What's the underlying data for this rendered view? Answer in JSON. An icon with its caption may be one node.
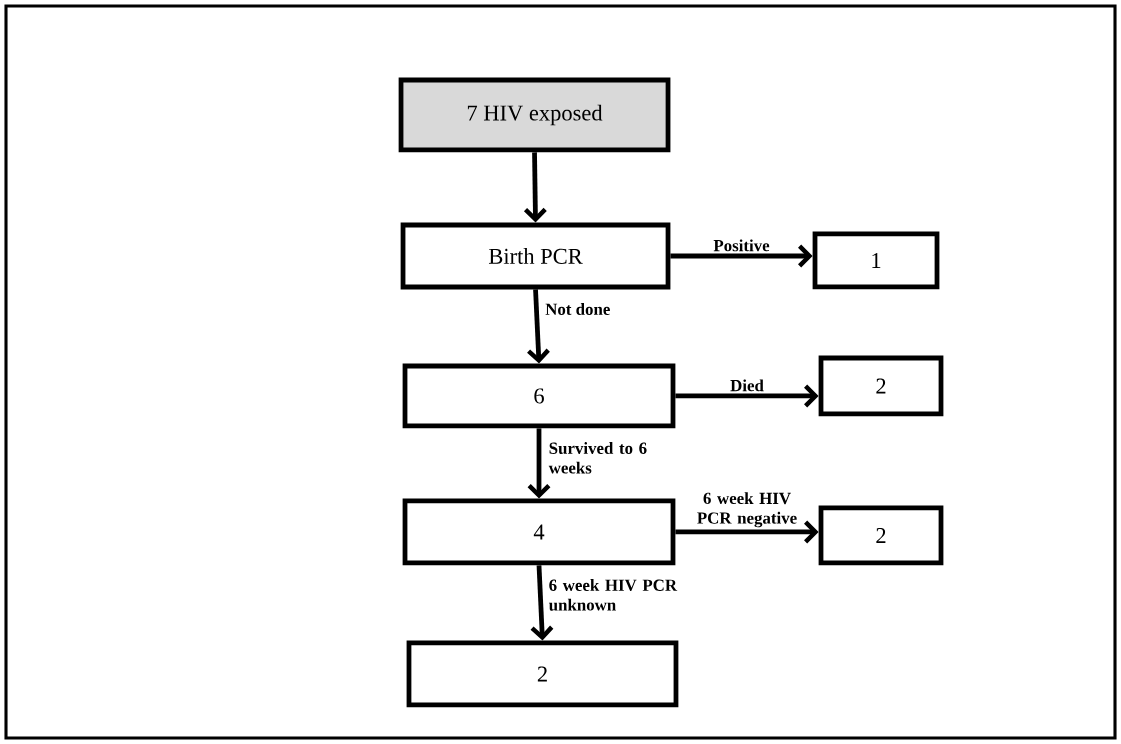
{
  "diagram": {
    "nodes": [
      {
        "text": [
          "7 HIV exposed"
        ]
      },
      {
        "text": [
          "Birth PCR"
        ]
      },
      {
        "text": [
          "1"
        ]
      },
      {
        "text": [
          "6"
        ]
      },
      {
        "text": [
          "2"
        ]
      },
      {
        "text": [
          "4"
        ]
      },
      {
        "text": [
          "2"
        ]
      },
      {
        "text": [
          "2"
        ]
      }
    ],
    "edges": [
      {
        "from": 0,
        "to": 1,
        "arrow": "to"
      },
      {
        "from": 1,
        "to": 2,
        "arrow": "to",
        "label": "Positive"
      },
      {
        "from": 1,
        "to": 3,
        "arrow": "to",
        "label": "Not done"
      },
      {
        "from": 3,
        "to": 4,
        "arrow": "to",
        "label": "Died"
      },
      {
        "from": 3,
        "to": 5,
        "arrow": "to",
        "label": "Survived to 6 weeks"
      },
      {
        "from": 5,
        "to": 6,
        "arrow": "to",
        "label": "6 week HIV PCR negative"
      },
      {
        "from": 5,
        "to": 7,
        "arrow": "to",
        "label": "6 week HIV PCR unknown"
      }
    ]
  }
}
